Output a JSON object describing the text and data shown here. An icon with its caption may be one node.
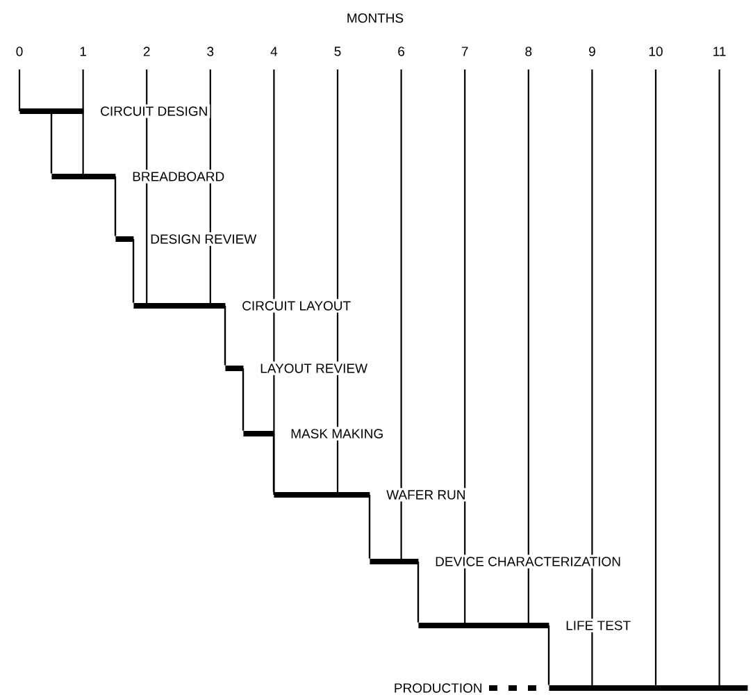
{
  "diagram": {
    "nodes": [
      {
        "text": [],
        "shape": "bar",
        "beside": [
          "CIRCUIT DESIGN"
        ]
      },
      {
        "text": [],
        "shape": "bar",
        "beside": [
          "BREADBOARD"
        ]
      },
      {
        "text": [],
        "shape": "bar",
        "beside": [
          "DESIGN REVIEW"
        ]
      },
      {
        "text": [],
        "shape": "bar",
        "beside": [
          "CIRCUIT LAYOUT"
        ]
      },
      {
        "text": [],
        "shape": "bar",
        "beside": [
          "LAYOUT REVIEW"
        ]
      },
      {
        "text": [],
        "shape": "bar",
        "beside": [
          "MASK MAKING"
        ]
      },
      {
        "text": [],
        "shape": "bar",
        "beside": [
          "WAFER RUN"
        ]
      },
      {
        "text": [],
        "shape": "bar",
        "beside": [
          "DEVICE CHARACTERIZATION"
        ]
      },
      {
        "text": [],
        "shape": "bar",
        "beside": [
          "LIFE TEST"
        ]
      },
      {
        "text": [],
        "shape": "bar",
        "beside": [
          "PRODUCTION"
        ]
      }
    ],
    "edges": [
      {
        "from": 0,
        "to": 1,
        "arrow": "none"
      },
      {
        "from": 1,
        "to": 2,
        "arrow": "none"
      },
      {
        "from": 2,
        "to": 3,
        "arrow": "none"
      },
      {
        "from": 3,
        "to": 4,
        "arrow": "none"
      },
      {
        "from": 4,
        "to": 5,
        "arrow": "none"
      },
      {
        "from": 5,
        "to": 6,
        "arrow": "none"
      },
      {
        "from": 6,
        "to": 7,
        "arrow": "none"
      },
      {
        "from": 7,
        "to": 8,
        "arrow": "none"
      },
      {
        "from": 8,
        "to": 9,
        "arrow": "none"
      }
    ],
    "labels": [
      "MONTHS",
      "0",
      "1",
      "2",
      "3",
      "4",
      "5",
      "6",
      "7",
      "8",
      "9",
      "10",
      "11"
    ]
  }
}
